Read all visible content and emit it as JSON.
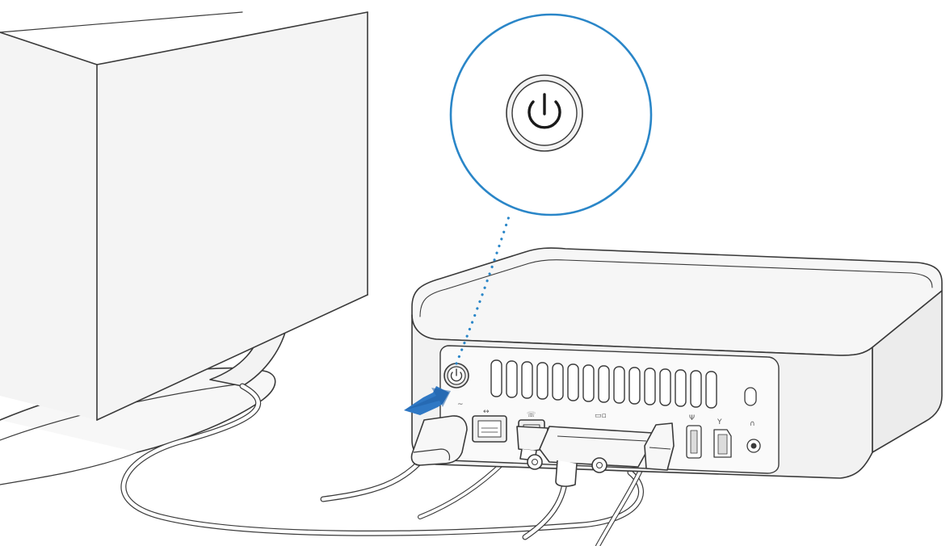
{
  "illustration": {
    "subject": "mac-mini-rear-power-button",
    "callout_icon": "power-icon",
    "arrow_icon": "press-arrow-icon"
  },
  "colors": {
    "line": "#3a3a3a",
    "accent_blue": "#2a86c8",
    "arrow_blue": "#2f78c4",
    "case_light": "#f5f5f5",
    "case_side": "#e9e9e9",
    "panel": "#fafafa"
  },
  "port_labels": {
    "power": "~",
    "ethernet": "↔",
    "modem": "☏",
    "video": "▭▫",
    "usb": "Ψ",
    "firewire": "Y",
    "audio": "∩"
  }
}
